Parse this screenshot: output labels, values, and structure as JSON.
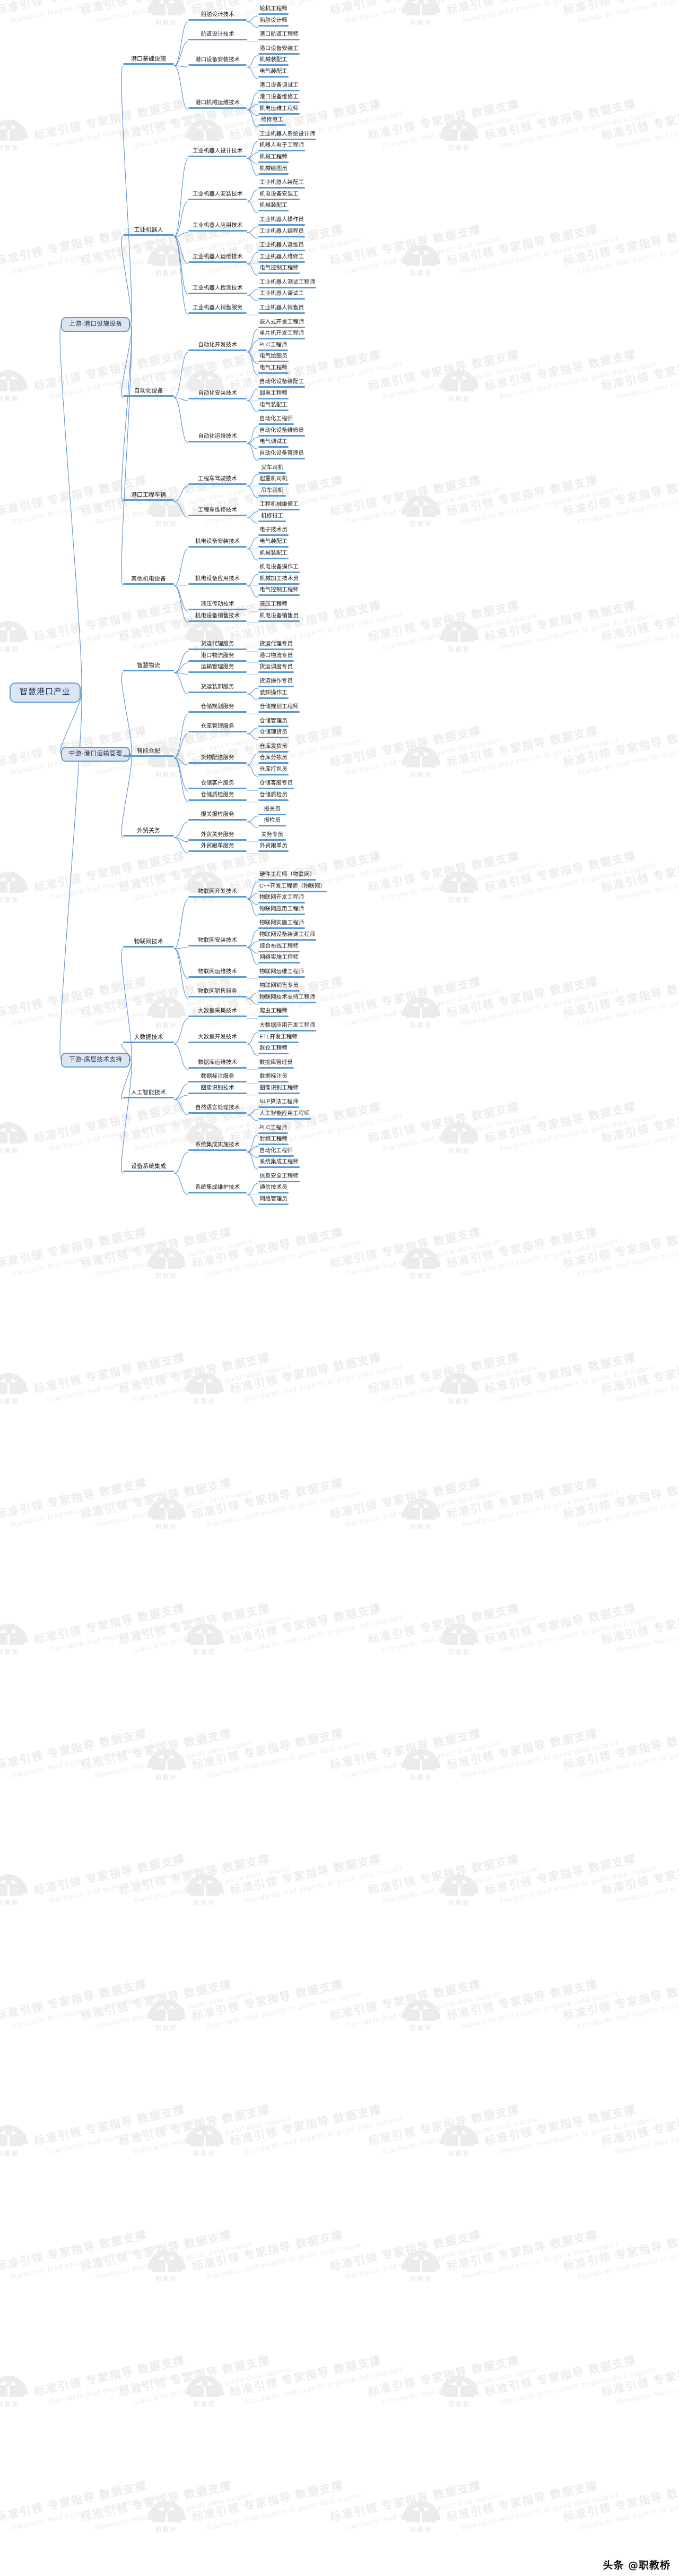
{
  "diagram": {
    "type": "mindmap",
    "title": "智慧港口产业",
    "root": {
      "label": "智慧港口产业"
    },
    "credit": "头条 @职教桥",
    "watermark": {
      "cn": "标准引领 专家指导 数据支撑",
      "en": "Standards lead experts to guide data support",
      "logo_label": "职教桥"
    },
    "colors": {
      "node_fill": "#dde5f0",
      "node_border": "#5b9bd5",
      "bar": "#5b9bd5",
      "link": "#5a8fce",
      "link_thin": "#a8c4e3",
      "text": "#1b1b1b",
      "boxed_text": "#1f3558"
    },
    "branches": [
      {
        "label": "上游-港口设施设备",
        "children": [
          {
            "label": "港口基础设施",
            "children": [
              {
                "label": "船舶设计技术",
                "children": [
                  {
                    "label": "轮机工程师"
                  },
                  {
                    "label": "船舶设计师"
                  }
                ]
              },
              {
                "label": "航道设计技术",
                "children": [
                  {
                    "label": "港口航道工程师"
                  }
                ]
              },
              {
                "label": "港口设备安装技术",
                "children": [
                  {
                    "label": "港口设备安装工"
                  },
                  {
                    "label": "机械装配工"
                  },
                  {
                    "label": "电气装配工"
                  }
                ]
              },
              {
                "label": "港口机械运维技术",
                "children": [
                  {
                    "label": "港口设备调试工"
                  },
                  {
                    "label": "港口设备维修工"
                  },
                  {
                    "label": "机电运维工程师"
                  },
                  {
                    "label": "维修电工"
                  }
                ]
              }
            ]
          },
          {
            "label": "工业机器人",
            "children": [
              {
                "label": "工业机器人设计技术",
                "children": [
                  {
                    "label": "工业机器人系统设计师"
                  },
                  {
                    "label": "机器人电子工程师"
                  },
                  {
                    "label": "机械工程师"
                  },
                  {
                    "label": "机械绘图员"
                  }
                ]
              },
              {
                "label": "工业机器人安装技术",
                "children": [
                  {
                    "label": "工业机器人装配工"
                  },
                  {
                    "label": "机电设备安装工"
                  },
                  {
                    "label": "机械装配工"
                  }
                ]
              },
              {
                "label": "工业机器人应用技术",
                "children": [
                  {
                    "label": "工业机器人操作员"
                  },
                  {
                    "label": "工业机器人编程员"
                  }
                ]
              },
              {
                "label": "工业机器人运维技术",
                "children": [
                  {
                    "label": "工业机器人运维员"
                  },
                  {
                    "label": "工业机器人维修工"
                  },
                  {
                    "label": "电气控制工程师"
                  }
                ]
              },
              {
                "label": "工业机器人检测技术",
                "children": [
                  {
                    "label": "工业机器人测试工程师"
                  },
                  {
                    "label": "工业机器人调试工"
                  }
                ]
              },
              {
                "label": "工业机器人销售服务",
                "children": [
                  {
                    "label": "工业机器人销售员"
                  }
                ]
              }
            ]
          },
          {
            "label": "自动化设备",
            "children": [
              {
                "label": "自动化开发技术",
                "children": [
                  {
                    "label": "嵌入式开发工程师"
                  },
                  {
                    "label": "单片机开发工程师"
                  },
                  {
                    "label": "PLC工程师"
                  },
                  {
                    "label": "电气绘图员"
                  },
                  {
                    "label": "电气工程师"
                  }
                ]
              },
              {
                "label": "自动化安装技术",
                "children": [
                  {
                    "label": "自动化设备装配工"
                  },
                  {
                    "label": "弱电工程师"
                  },
                  {
                    "label": "电气装配工"
                  }
                ]
              },
              {
                "label": "自动化运维技术",
                "children": [
                  {
                    "label": "自动化工程师"
                  },
                  {
                    "label": "自动化设备维修员"
                  },
                  {
                    "label": "电气调试工"
                  },
                  {
                    "label": "自动化设备管理员"
                  }
                ]
              }
            ]
          },
          {
            "label": "港口工程车辆",
            "children": [
              {
                "label": "工程车驾驶技术",
                "children": [
                  {
                    "label": "叉车司机"
                  },
                  {
                    "label": "起重机司机"
                  },
                  {
                    "label": "吊车司机"
                  }
                ]
              },
              {
                "label": "工程车维修技术",
                "children": [
                  {
                    "label": "工程机械维修工"
                  },
                  {
                    "label": "机修钳工"
                  }
                ]
              }
            ]
          },
          {
            "label": "其他机电设备",
            "children": [
              {
                "label": "机电设备安装技术",
                "children": [
                  {
                    "label": "电子技术员"
                  },
                  {
                    "label": "电气装配工"
                  },
                  {
                    "label": "机械装配工"
                  }
                ]
              },
              {
                "label": "机电设备应用技术",
                "children": [
                  {
                    "label": "机电设备操作工"
                  },
                  {
                    "label": "机械加工技术员"
                  },
                  {
                    "label": "电气控制工程师"
                  }
                ]
              },
              {
                "label": "液压传动技术",
                "children": [
                  {
                    "label": "液压工程师"
                  }
                ]
              },
              {
                "label": "机电设备销售技术",
                "children": [
                  {
                    "label": "机电设备销售员"
                  }
                ]
              }
            ]
          }
        ]
      },
      {
        "label": "中游-港口运输管理",
        "children": [
          {
            "label": "智慧物流",
            "children": [
              {
                "label": "货运代理服务",
                "children": [
                  {
                    "label": "货运代理专员"
                  }
                ]
              },
              {
                "label": "港口物流服务",
                "children": [
                  {
                    "label": "港口物流专员"
                  }
                ]
              },
              {
                "label": "运输管理服务",
                "children": [
                  {
                    "label": "货运调度专员"
                  }
                ]
              },
              {
                "label": "货运装卸服务",
                "children": [
                  {
                    "label": "货运操作专员"
                  },
                  {
                    "label": "装卸操作工"
                  }
                ]
              }
            ]
          },
          {
            "label": "智能仓配",
            "children": [
              {
                "label": "仓储规划服务",
                "children": [
                  {
                    "label": "仓储规划工程师"
                  }
                ]
              },
              {
                "label": "仓库管理服务",
                "children": [
                  {
                    "label": "仓储管理员"
                  },
                  {
                    "label": "仓储理货员"
                  }
                ]
              },
              {
                "label": "货物配送服务",
                "children": [
                  {
                    "label": "仓库发货员"
                  },
                  {
                    "label": "仓库分拣员"
                  },
                  {
                    "label": "仓库打包员"
                  }
                ]
              },
              {
                "label": "仓储客户服务",
                "children": [
                  {
                    "label": "仓储客服专员"
                  }
                ]
              },
              {
                "label": "仓储质检服务",
                "children": [
                  {
                    "label": "仓储质检员"
                  }
                ]
              }
            ]
          },
          {
            "label": "外贸关务",
            "children": [
              {
                "label": "报关报检服务",
                "children": [
                  {
                    "label": "报关员"
                  },
                  {
                    "label": "报检员"
                  }
                ]
              },
              {
                "label": "外贸关务服务",
                "children": [
                  {
                    "label": "关务专员"
                  }
                ]
              },
              {
                "label": "外贸跟单服务",
                "children": [
                  {
                    "label": "外贸跟单员"
                  }
                ]
              }
            ]
          }
        ]
      },
      {
        "label": "下游-底层技术支持",
        "children": [
          {
            "label": "物联网技术",
            "children": [
              {
                "label": "物联网开发技术",
                "children": [
                  {
                    "label": "硬件工程师（物联网）"
                  },
                  {
                    "label": "C++开发工程师（物联网）"
                  },
                  {
                    "label": "物联网开发工程师"
                  },
                  {
                    "label": "物联网应用工程师"
                  }
                ]
              },
              {
                "label": "物联网安装技术",
                "children": [
                  {
                    "label": "物联网实施工程师"
                  },
                  {
                    "label": "物联网设备装调工程师"
                  },
                  {
                    "label": "综合布线工程师"
                  },
                  {
                    "label": "网络实施工程师"
                  }
                ]
              },
              {
                "label": "物联网运维技术",
                "children": [
                  {
                    "label": "物联网运维工程师"
                  }
                ]
              },
              {
                "label": "物联网销售服务",
                "children": [
                  {
                    "label": "物联网销售专员"
                  },
                  {
                    "label": "物联网技术支持工程师"
                  }
                ]
              }
            ]
          },
          {
            "label": "大数据技术",
            "children": [
              {
                "label": "大数据采集技术",
                "children": [
                  {
                    "label": "爬虫工程师"
                  }
                ]
              },
              {
                "label": "大数据开发技术",
                "children": [
                  {
                    "label": "大数据应用开发工程师"
                  },
                  {
                    "label": "ETL开发工程师"
                  },
                  {
                    "label": "数仓工程师"
                  }
                ]
              },
              {
                "label": "数据库运维技术",
                "children": [
                  {
                    "label": "数据库管理员"
                  }
                ]
              }
            ]
          },
          {
            "label": "人工智能技术",
            "children": [
              {
                "label": "数据标注服务",
                "children": [
                  {
                    "label": "数据标注员"
                  }
                ]
              },
              {
                "label": "图像识别技术",
                "children": [
                  {
                    "label": "图像识别工程师"
                  }
                ]
              },
              {
                "label": "自然语言处理技术",
                "children": [
                  {
                    "label": "NLP算法工程师"
                  },
                  {
                    "label": "人工智能应用工程师"
                  }
                ]
              }
            ]
          },
          {
            "label": "设备系统集成",
            "children": [
              {
                "label": "系统集成实施技术",
                "children": [
                  {
                    "label": "PLC工程师"
                  },
                  {
                    "label": "射频工程师"
                  },
                  {
                    "label": "自动化工程师"
                  },
                  {
                    "label": "系统集成工程师"
                  }
                ]
              },
              {
                "label": "系统集成维护技术",
                "children": [
                  {
                    "label": "信息安全工程师"
                  },
                  {
                    "label": "通信技术员"
                  },
                  {
                    "label": "网络管理员"
                  }
                ]
              }
            ]
          }
        ]
      }
    ]
  }
}
